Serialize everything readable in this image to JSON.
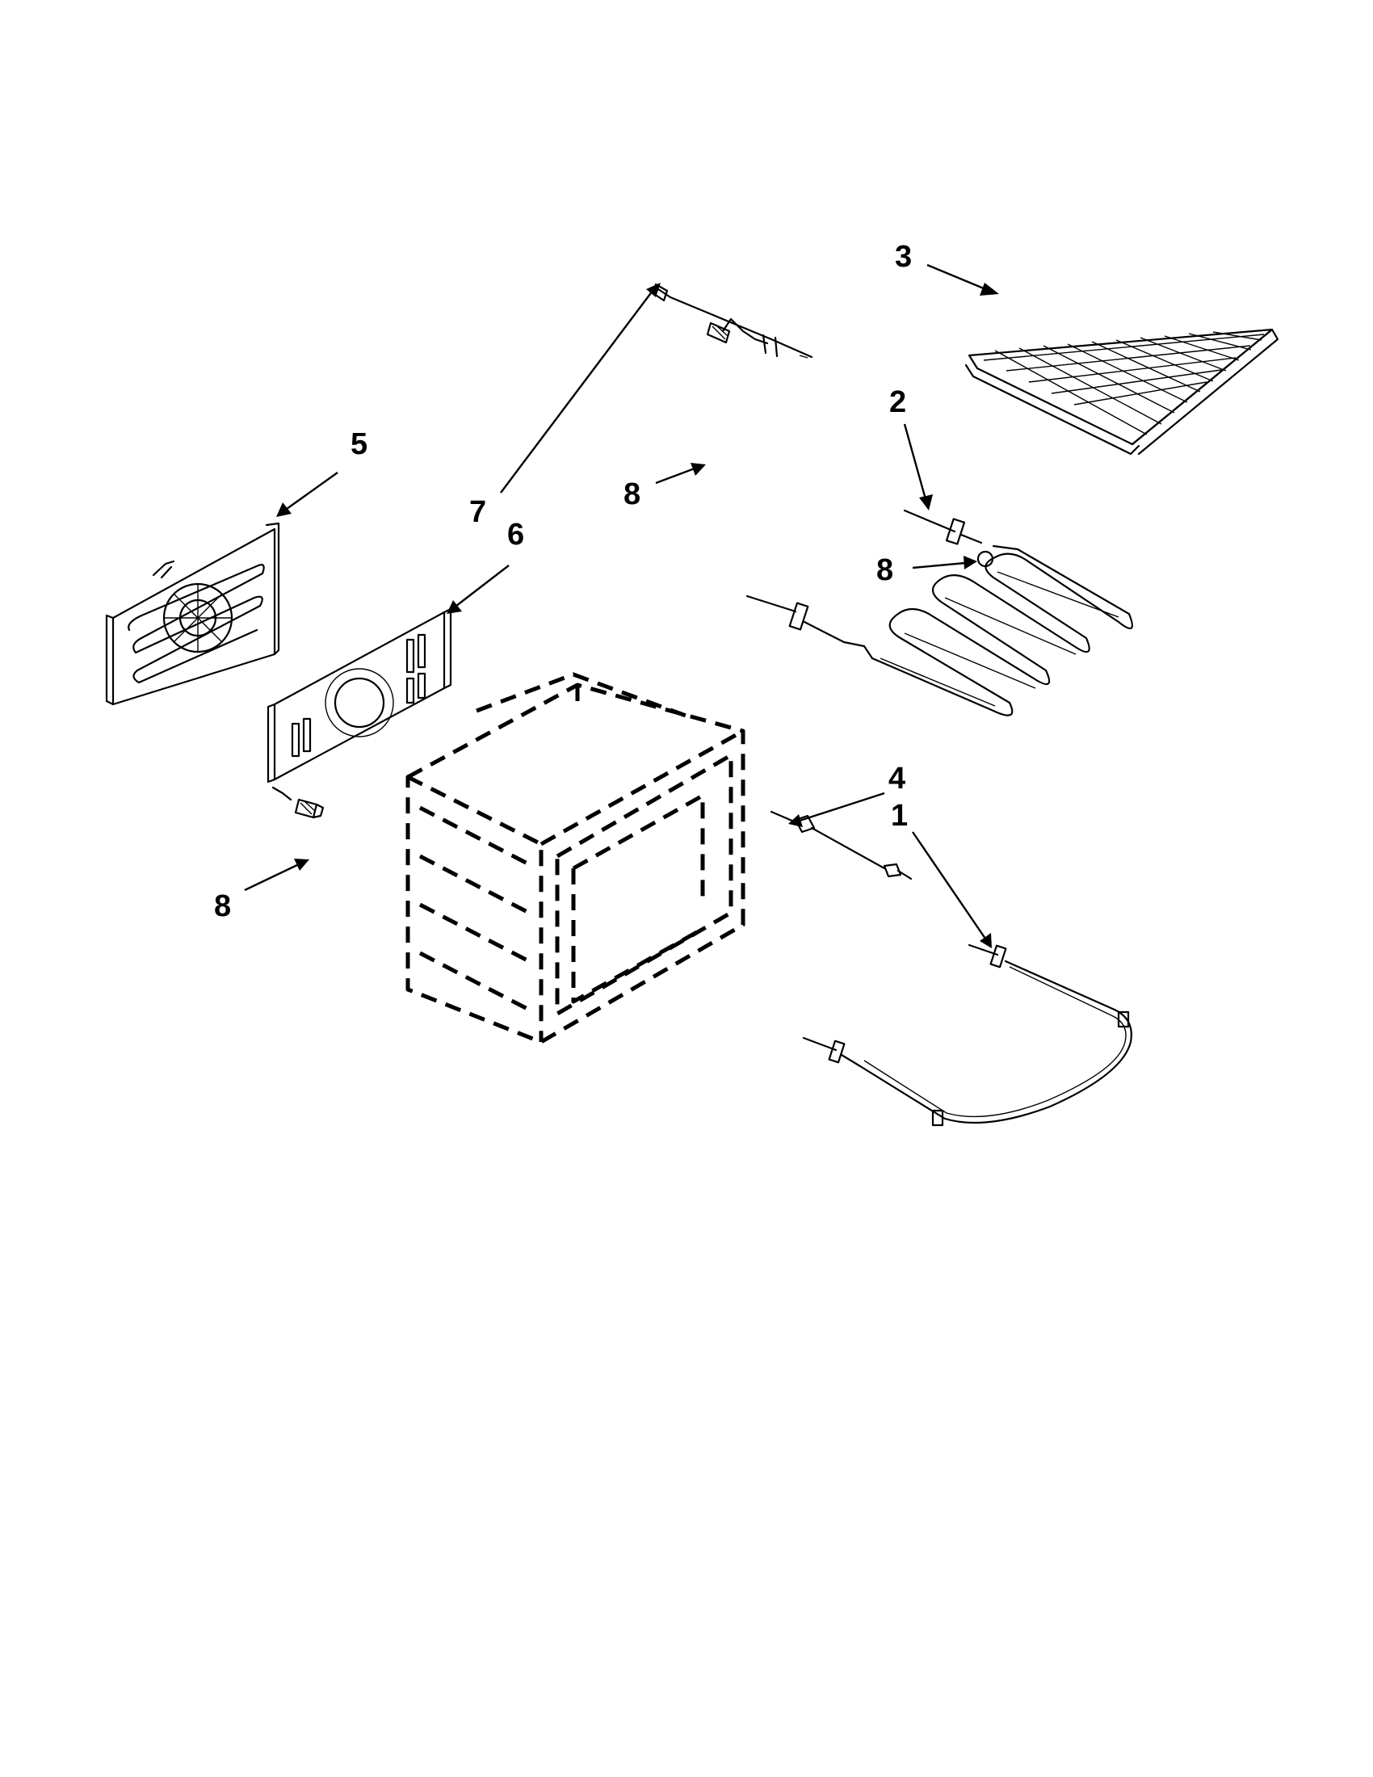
{
  "callouts": [
    {
      "id": "c3",
      "label": "3"
    },
    {
      "id": "c2",
      "label": "2"
    },
    {
      "id": "c8a",
      "label": "8"
    },
    {
      "id": "c5",
      "label": "5"
    },
    {
      "id": "c7",
      "label": "7"
    },
    {
      "id": "c8b",
      "label": "8"
    },
    {
      "id": "c6",
      "label": "6"
    },
    {
      "id": "c4",
      "label": "4"
    },
    {
      "id": "c1",
      "label": "1"
    },
    {
      "id": "c8c",
      "label": "8"
    }
  ]
}
